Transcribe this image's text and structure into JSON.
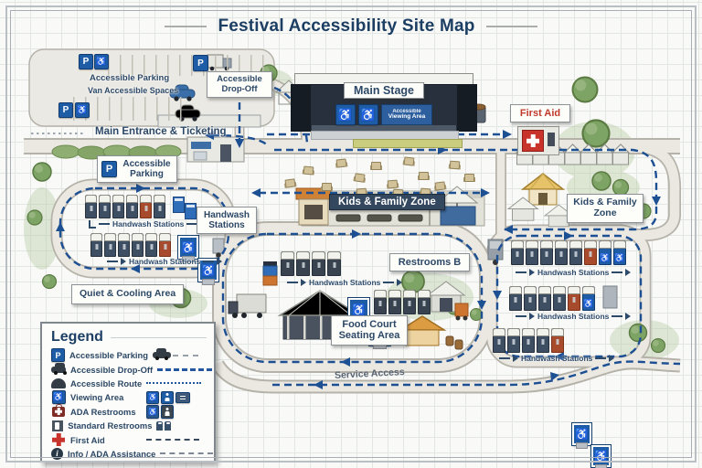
{
  "title": "Festival Accessibility Site Map",
  "icons": {
    "parking": "P",
    "wheelchair": "♿",
    "info": "i"
  },
  "areas": {
    "parking_lot": {
      "label": "Accessible Parking",
      "sublabel": "Van Accessible Spaces"
    },
    "drop_off": {
      "label": "Accessible Drop-Off"
    },
    "entrance": {
      "label": "Main Entrance & Ticketing"
    },
    "stage": {
      "label": "Main Stage",
      "viewing_line1": "Accessible",
      "viewing_line2": "Viewing Area"
    },
    "first_aid": {
      "label": "First Aid"
    },
    "kids_banner": {
      "label": "Kids & Family Zone"
    },
    "kids_area": {
      "label": "Kids & Family Zone"
    },
    "west_parking": {
      "label": "Accessible Parking"
    },
    "handwash": {
      "label": "Handwash Stations"
    },
    "handwash_box": {
      "label": "Handwash Stations"
    },
    "quiet": {
      "label": "Quiet & Cooling Area"
    },
    "restrooms_b": {
      "label": "Restrooms B"
    },
    "food_court": {
      "label": "Food Court Seating Area"
    },
    "service": {
      "label": "Service Access"
    }
  },
  "legend": {
    "title": "Legend",
    "items": [
      {
        "label": "Accessible Parking"
      },
      {
        "label": "Accessible Drop-Off"
      },
      {
        "label": "Accessible Route"
      },
      {
        "label": "Viewing Area"
      },
      {
        "label": "ADA Restrooms"
      },
      {
        "label": "Standard Restrooms"
      },
      {
        "label": "First Aid"
      },
      {
        "label": "Info / ADA Assistance"
      }
    ]
  },
  "colors": {
    "navy": "#1d3f66",
    "route_blue": "#1d4f93",
    "sign_blue": "#1e5ca6",
    "first_aid_red": "#c0392b"
  }
}
